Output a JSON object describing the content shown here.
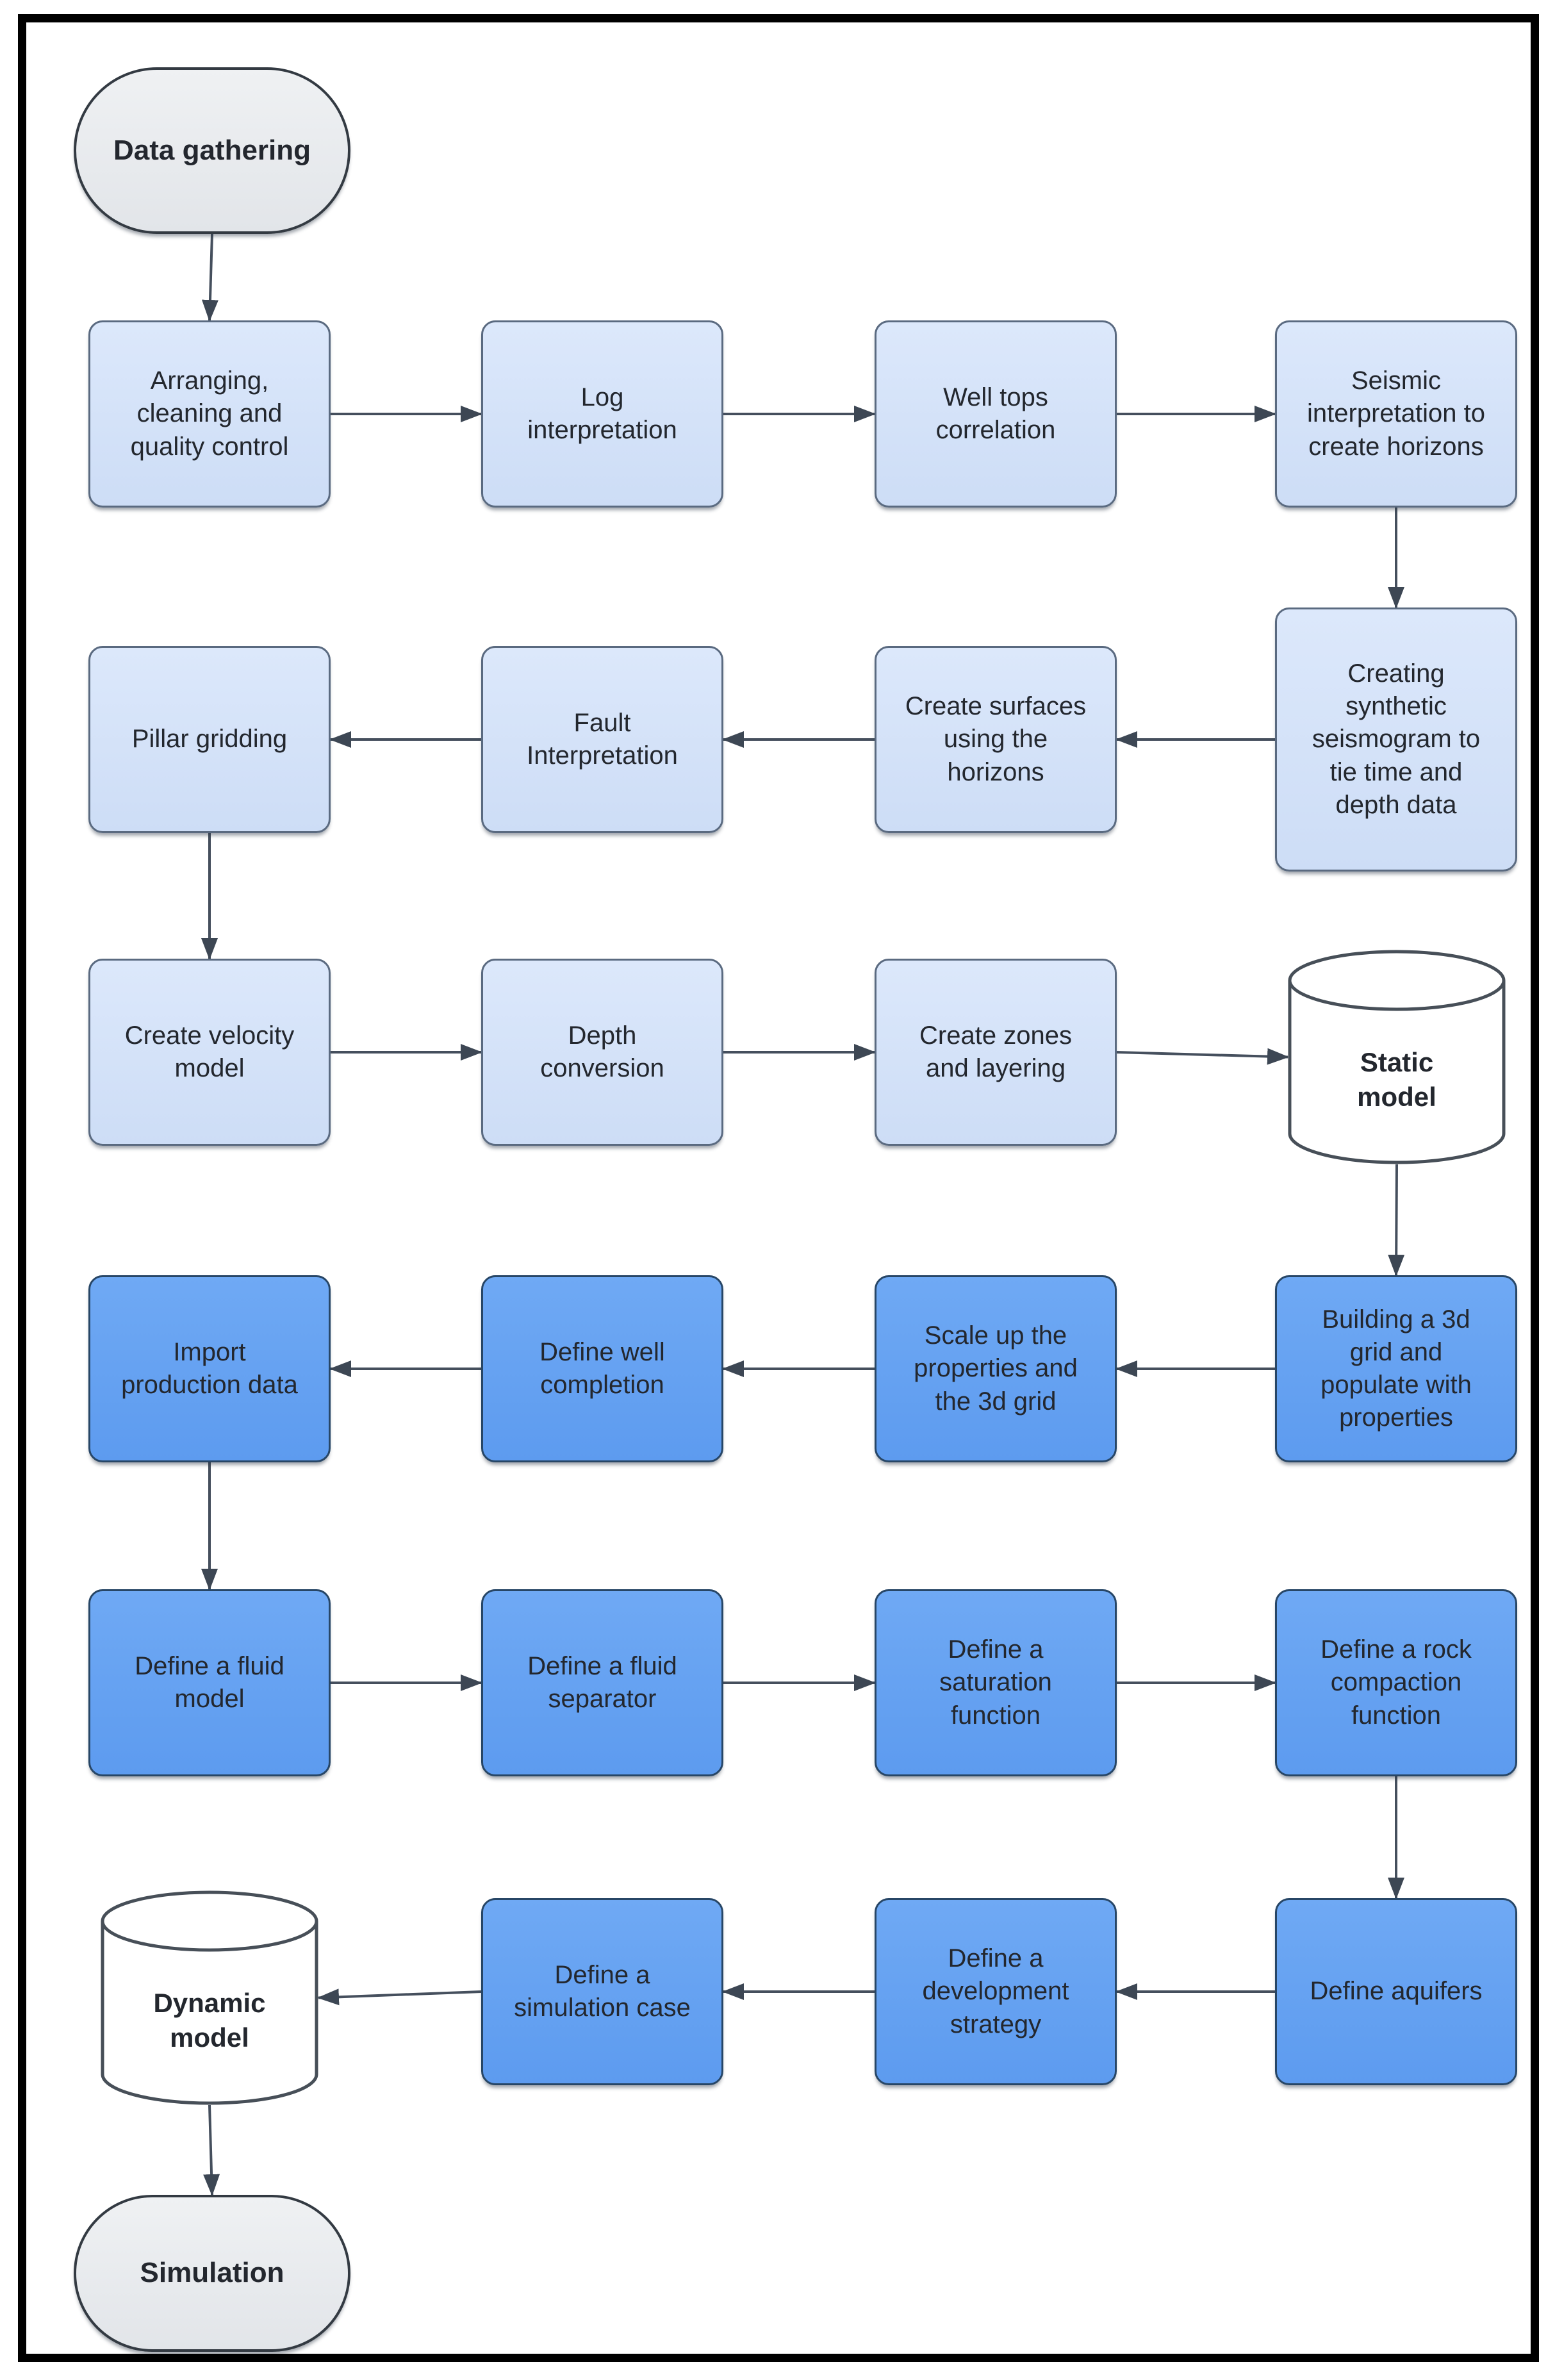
{
  "diagram": {
    "colors": {
      "light_fill": "#cfe0f7",
      "light_border": "#5a6a80",
      "dark_fill": "#63a1f1",
      "dark_border": "#274666",
      "terminal_fill": "#e9ebee",
      "terminal_border": "#333a42",
      "datastore_fill": "#ffffff",
      "datastore_border": "#474f58",
      "arrow_line": "#454f5d",
      "arrow_head": "#3d4754",
      "text": "#23272e",
      "frame": "#000000"
    },
    "nodes": [
      {
        "id": "data-gathering",
        "label": "Data gathering",
        "shape": "terminal",
        "row": 1,
        "col": 1
      },
      {
        "id": "arranging",
        "label": "Arranging, cleaning and quality control",
        "shape": "process",
        "variant": "light",
        "row": 2,
        "col": 1
      },
      {
        "id": "log-interpretation",
        "label": "Log interpretation",
        "shape": "process",
        "variant": "light",
        "row": 2,
        "col": 2
      },
      {
        "id": "well-tops",
        "label": "Well tops correlation",
        "shape": "process",
        "variant": "light",
        "row": 2,
        "col": 3
      },
      {
        "id": "seismic-interpretation",
        "label": "Seismic interpretation to create horizons",
        "shape": "process",
        "variant": "light",
        "row": 2,
        "col": 4
      },
      {
        "id": "synthetic-seismogram",
        "label": "Creating synthetic seismogram to tie time and depth data",
        "shape": "process",
        "variant": "light",
        "row": 3,
        "col": 4
      },
      {
        "id": "create-surfaces",
        "label": "Create surfaces using the horizons",
        "shape": "process",
        "variant": "light",
        "row": 3,
        "col": 3
      },
      {
        "id": "fault-interpretation",
        "label": "Fault Interpretation",
        "shape": "process",
        "variant": "light",
        "row": 3,
        "col": 2
      },
      {
        "id": "pillar-gridding",
        "label": "Pillar gridding",
        "shape": "process",
        "variant": "light",
        "row": 3,
        "col": 1
      },
      {
        "id": "velocity-model",
        "label": "Create velocity model",
        "shape": "process",
        "variant": "light",
        "row": 4,
        "col": 1
      },
      {
        "id": "depth-conversion",
        "label": "Depth conversion",
        "shape": "process",
        "variant": "light",
        "row": 4,
        "col": 2
      },
      {
        "id": "zones-layering",
        "label": "Create zones and layering",
        "shape": "process",
        "variant": "light",
        "row": 4,
        "col": 3
      },
      {
        "id": "static-model",
        "label": "Static model",
        "shape": "datastore",
        "row": 4,
        "col": 4
      },
      {
        "id": "building-3d-grid",
        "label": "Building a 3d grid and populate with properties",
        "shape": "process",
        "variant": "dark",
        "row": 5,
        "col": 4
      },
      {
        "id": "scale-up",
        "label": "Scale up the properties and the 3d grid",
        "shape": "process",
        "variant": "dark",
        "row": 5,
        "col": 3
      },
      {
        "id": "well-completion",
        "label": "Define well completion",
        "shape": "process",
        "variant": "dark",
        "row": 5,
        "col": 2
      },
      {
        "id": "import-production",
        "label": "Import production data",
        "shape": "process",
        "variant": "dark",
        "row": 5,
        "col": 1
      },
      {
        "id": "fluid-model",
        "label": "Define a fluid model",
        "shape": "process",
        "variant": "dark",
        "row": 6,
        "col": 1
      },
      {
        "id": "fluid-separator",
        "label": "Define a fluid separator",
        "shape": "process",
        "variant": "dark",
        "row": 6,
        "col": 2
      },
      {
        "id": "saturation-function",
        "label": "Define a saturation function",
        "shape": "process",
        "variant": "dark",
        "row": 6,
        "col": 3
      },
      {
        "id": "rock-compaction",
        "label": "Define a rock compaction function",
        "shape": "process",
        "variant": "dark",
        "row": 6,
        "col": 4
      },
      {
        "id": "aquifers",
        "label": "Define aquifers",
        "shape": "process",
        "variant": "dark",
        "row": 7,
        "col": 4
      },
      {
        "id": "development-strategy",
        "label": "Define a development strategy",
        "shape": "process",
        "variant": "dark",
        "row": 7,
        "col": 3
      },
      {
        "id": "simulation-case",
        "label": "Define a simulation case",
        "shape": "process",
        "variant": "dark",
        "row": 7,
        "col": 2
      },
      {
        "id": "dynamic-model",
        "label": "Dynamic model",
        "shape": "datastore",
        "row": 7,
        "col": 1
      },
      {
        "id": "simulation",
        "label": "Simulation",
        "shape": "terminal",
        "row": 8,
        "col": 1
      }
    ],
    "edges": [
      {
        "from": "data-gathering",
        "to": "arranging",
        "dir": "down"
      },
      {
        "from": "arranging",
        "to": "log-interpretation",
        "dir": "right"
      },
      {
        "from": "log-interpretation",
        "to": "well-tops",
        "dir": "right"
      },
      {
        "from": "well-tops",
        "to": "seismic-interpretation",
        "dir": "right"
      },
      {
        "from": "seismic-interpretation",
        "to": "synthetic-seismogram",
        "dir": "down"
      },
      {
        "from": "synthetic-seismogram",
        "to": "create-surfaces",
        "dir": "left"
      },
      {
        "from": "create-surfaces",
        "to": "fault-interpretation",
        "dir": "left"
      },
      {
        "from": "fault-interpretation",
        "to": "pillar-gridding",
        "dir": "left"
      },
      {
        "from": "pillar-gridding",
        "to": "velocity-model",
        "dir": "down"
      },
      {
        "from": "velocity-model",
        "to": "depth-conversion",
        "dir": "right"
      },
      {
        "from": "depth-conversion",
        "to": "zones-layering",
        "dir": "right"
      },
      {
        "from": "zones-layering",
        "to": "static-model",
        "dir": "right"
      },
      {
        "from": "static-model",
        "to": "building-3d-grid",
        "dir": "down"
      },
      {
        "from": "building-3d-grid",
        "to": "scale-up",
        "dir": "left"
      },
      {
        "from": "scale-up",
        "to": "well-completion",
        "dir": "left"
      },
      {
        "from": "well-completion",
        "to": "import-production",
        "dir": "left"
      },
      {
        "from": "import-production",
        "to": "fluid-model",
        "dir": "down"
      },
      {
        "from": "fluid-model",
        "to": "fluid-separator",
        "dir": "right"
      },
      {
        "from": "fluid-separator",
        "to": "saturation-function",
        "dir": "right"
      },
      {
        "from": "saturation-function",
        "to": "rock-compaction",
        "dir": "right"
      },
      {
        "from": "rock-compaction",
        "to": "aquifers",
        "dir": "down"
      },
      {
        "from": "aquifers",
        "to": "development-strategy",
        "dir": "left"
      },
      {
        "from": "development-strategy",
        "to": "simulation-case",
        "dir": "left"
      },
      {
        "from": "simulation-case",
        "to": "dynamic-model",
        "dir": "left"
      },
      {
        "from": "dynamic-model",
        "to": "simulation",
        "dir": "down"
      }
    ]
  }
}
